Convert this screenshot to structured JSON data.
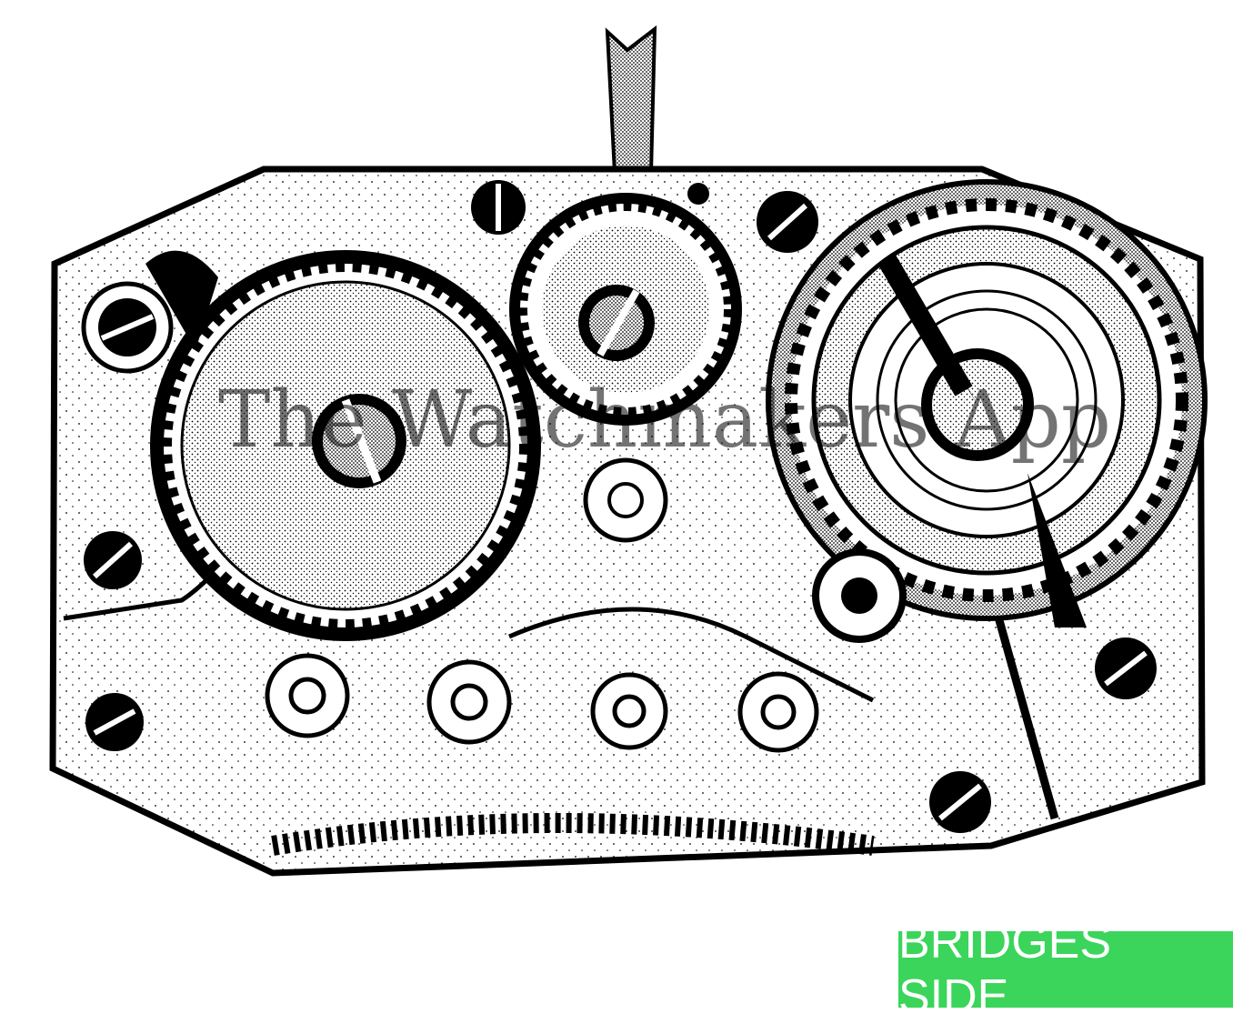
{
  "watermark": "The Watchmakers App",
  "badge": {
    "label": "BRIDGES SIDE",
    "color": "#3ad55a"
  },
  "icons": [
    "watch-movement-illustration"
  ]
}
